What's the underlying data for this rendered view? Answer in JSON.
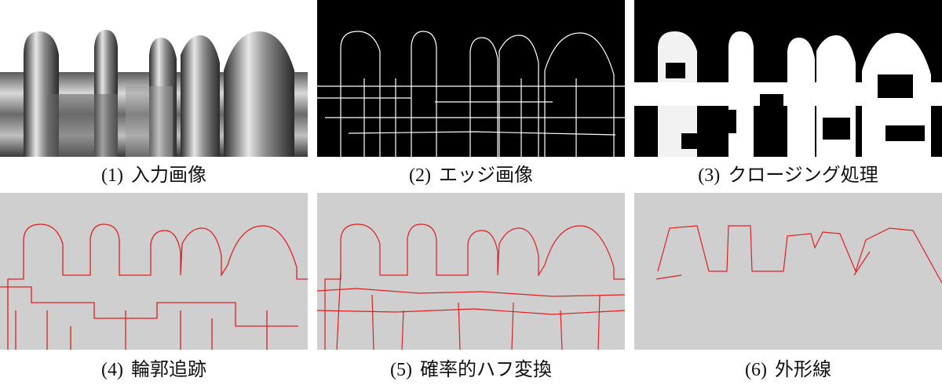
{
  "colors": {
    "background": "#ffffff",
    "edge_bg": "#000000",
    "edge_line": "#ffffff",
    "trace_bg": "#cfcfcf",
    "trace_line": "#e02020",
    "metal_dark": "#3a3a3a",
    "metal_light": "#d9d9d9"
  },
  "panels": [
    {
      "num": "(1)",
      "label": "入力画像"
    },
    {
      "num": "(2)",
      "label": "エッジ画像"
    },
    {
      "num": "(3)",
      "label": "クロージング処理"
    },
    {
      "num": "(4)",
      "label": "輪郭追跡"
    },
    {
      "num": "(5)",
      "label": "確率的ハフ変換"
    },
    {
      "num": "(6)",
      "label": "外形線"
    }
  ]
}
